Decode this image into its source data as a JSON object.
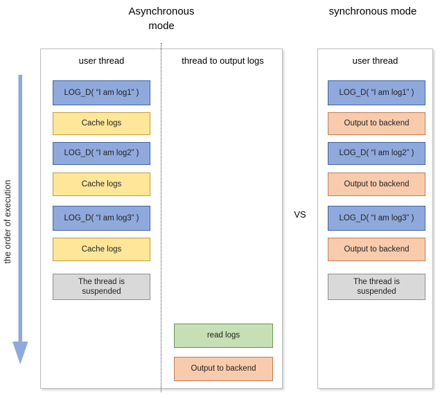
{
  "titles": {
    "async": "Asynchronous mode",
    "sync": "synchronous mode"
  },
  "vs_label": "VS",
  "execution_label": "the order of execution",
  "async_panel": {
    "columns": [
      {
        "header": "user thread"
      },
      {
        "header": "thread to output logs"
      }
    ],
    "user_thread_boxes": [
      {
        "type": "log",
        "label": "LOG_D( “I am log1” )"
      },
      {
        "type": "cache",
        "label": "Cache logs"
      },
      {
        "type": "log",
        "label": "LOG_D( “I am log2” )"
      },
      {
        "type": "cache",
        "label": "Cache logs"
      },
      {
        "type": "log",
        "label": "LOG_D( “I am log3” )"
      },
      {
        "type": "cache",
        "label": "Cache logs"
      },
      {
        "type": "suspended",
        "label": "The thread is suspended"
      }
    ],
    "output_thread_boxes": [
      {
        "type": "read",
        "label": "read logs"
      },
      {
        "type": "output",
        "label": "Output to backend"
      }
    ]
  },
  "sync_panel": {
    "header": "user thread",
    "boxes": [
      {
        "type": "log",
        "label": "LOG_D( “I am log1” )"
      },
      {
        "type": "output",
        "label": "Output to backend"
      },
      {
        "type": "log",
        "label": "LOG_D( “I am log2” )"
      },
      {
        "type": "output",
        "label": "Output to backend"
      },
      {
        "type": "log",
        "label": "LOG_D( “I am log3” )"
      },
      {
        "type": "output",
        "label": "Output to backend"
      },
      {
        "type": "suspended",
        "label": "The thread is suspended"
      }
    ]
  },
  "colors": {
    "arrow": "#8fa9dc",
    "log_fill": "#8fa9dc",
    "log_border": "#41629e",
    "cache_fill": "#ffe699",
    "cache_border": "#bf9c3f",
    "output_fill": "#f8cbad",
    "output_border": "#c27a54",
    "read_fill": "#c5e0b4",
    "read_border": "#6e8f5a",
    "suspended_fill": "#d9d9d9",
    "suspended_border": "#8c8c8c",
    "panel_border": "#bdbdbd"
  }
}
